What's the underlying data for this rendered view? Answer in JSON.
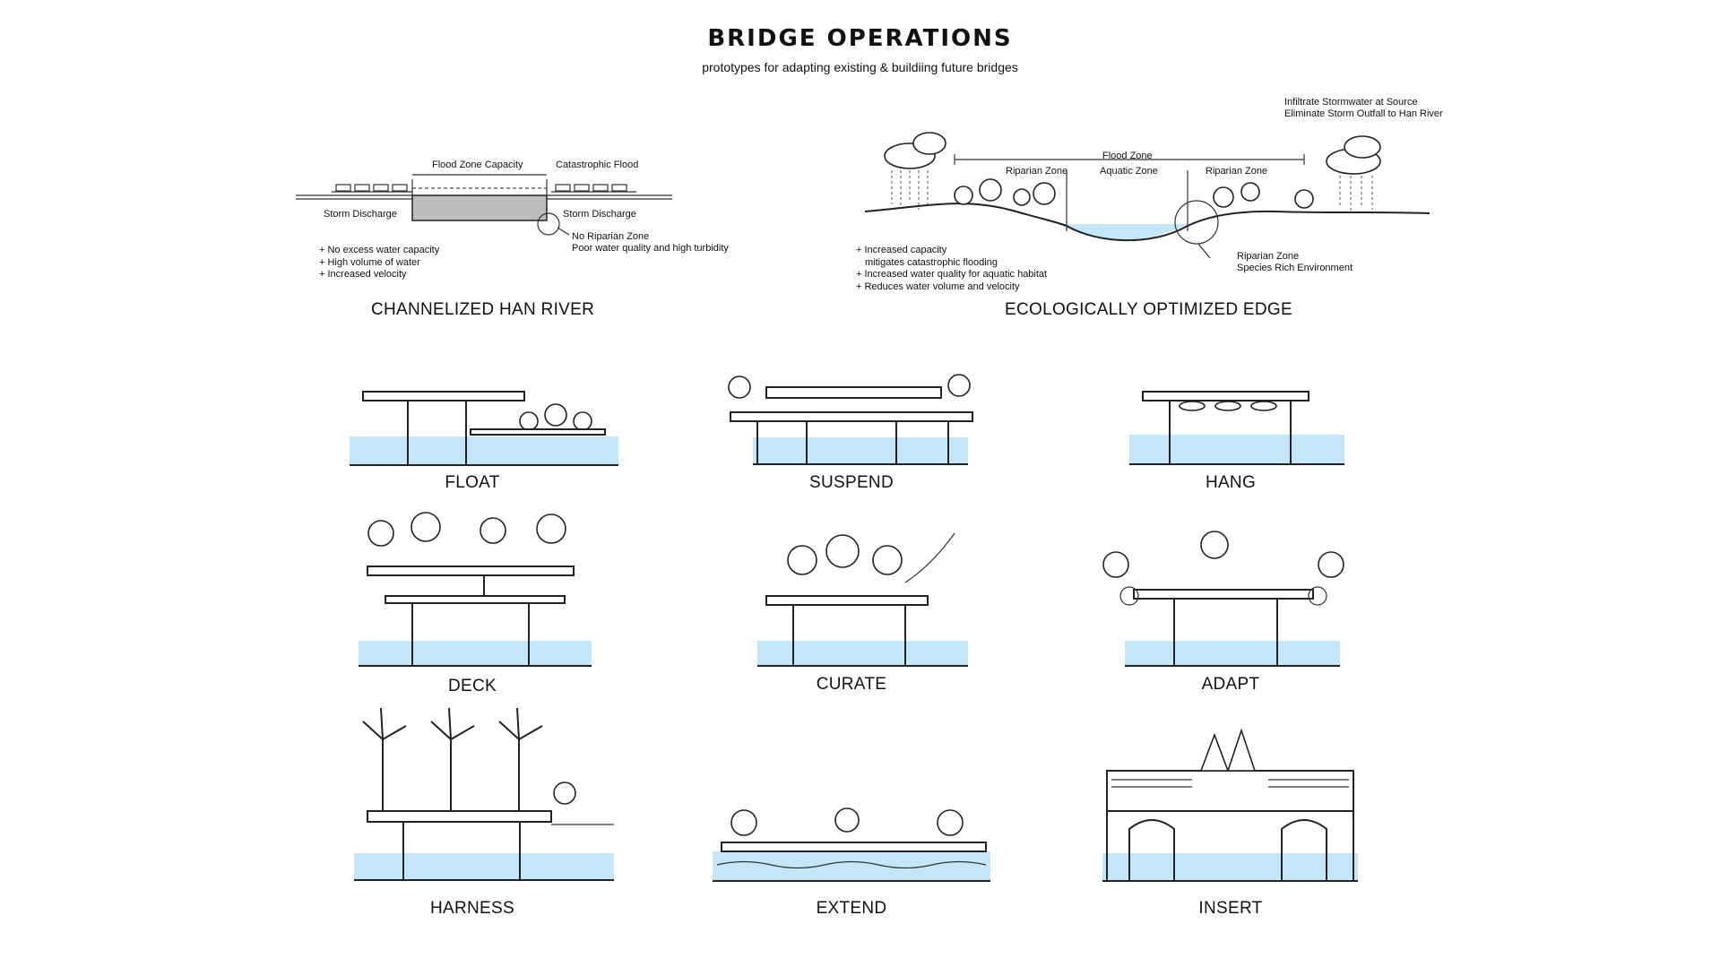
{
  "header": {
    "title": "BRIDGE OPERATIONS",
    "subtitle": "prototypes for adapting existing & buildiing future bridges"
  },
  "channelized": {
    "caption": "CHANNELIZED HAN RIVER",
    "labels": {
      "flood_zone_capacity": "Flood Zone Capacity",
      "catastrophic_flood": "Catastrophic Flood",
      "storm_discharge_left": "Storm Discharge",
      "storm_discharge_right": "Storm Discharge",
      "no_riparian_zone": "No Riparian Zone",
      "poor_quality": "Poor water quality and high turbidity"
    },
    "notes": [
      "+ No excess water capacity",
      "+ High volume of water",
      "+ Increased velocity"
    ]
  },
  "ecological": {
    "caption": "ECOLOGICALLY OPTIMIZED EDGE",
    "labels": {
      "infiltrate": "Infiltrate Stormwater at Source",
      "eliminate": "Eliminate Storm Outfall to Han River",
      "flood_zone": "Flood Zone",
      "riparian_left": "Riparian Zone",
      "aquatic_zone": "Aquatic Zone",
      "riparian_right": "Riparian Zone",
      "riparian_callout": "Riparian Zone",
      "species_rich": "Species Rich Environment"
    },
    "notes": [
      "+ Increased capacity",
      "   mitigates catastrophic flooding",
      "+ Increased water quality for aquatic habitat",
      "+ Reduces water volume and velocity"
    ]
  },
  "prototypes": [
    {
      "name": "FLOAT"
    },
    {
      "name": "SUSPEND"
    },
    {
      "name": "HANG"
    },
    {
      "name": "DECK"
    },
    {
      "name": "CURATE"
    },
    {
      "name": "ADAPT"
    },
    {
      "name": "HARNESS"
    },
    {
      "name": "EXTEND"
    },
    {
      "name": "INSERT"
    }
  ],
  "colors": {
    "water": "#c3e6f9",
    "ink": "#222222"
  }
}
